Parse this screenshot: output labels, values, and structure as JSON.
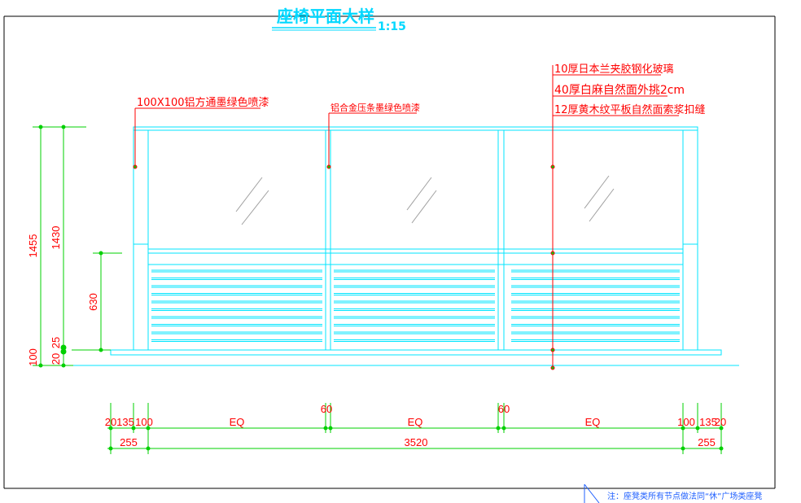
{
  "title": {
    "text": "座椅平面大样",
    "scale": "1:15"
  },
  "annotations": {
    "post": "100X100铝方通墨绿色喷漆",
    "trim": "铝合金压条墨绿色喷漆",
    "glass": "10厚日本兰夹胶钢化玻璃",
    "ledge": "40厚白麻自然面外挑2cm",
    "seat": "12厚黄木纹平板自然面索浆扣缝"
  },
  "dims_vertical": {
    "total": "1455",
    "upper": "1430",
    "seat_h": "630",
    "base": "100",
    "d20": "20",
    "d25": "25"
  },
  "dims_horizontal": {
    "row1": [
      "20",
      "135",
      "100",
      "EQ",
      "60",
      "EQ",
      "60",
      "EQ",
      "100",
      "135",
      "20"
    ],
    "side": "255",
    "span": "3520"
  },
  "footnote": "注：座凳类所有节点做法同“休”广场类座凳",
  "colors": {
    "background": "#ffffff",
    "outline": "#00e5ff",
    "dimension": "#00d000",
    "text": "#ff0000",
    "leader": "#ff0000",
    "frame": "#000000",
    "footnote": "#2060ff"
  }
}
